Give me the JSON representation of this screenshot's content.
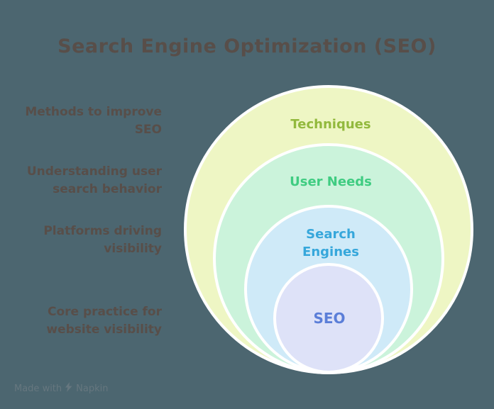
{
  "title": "Search Engine Optimization (SEO)",
  "colors": {
    "background": "#4c6670",
    "title_text": "#584e49",
    "side_label_text": "#584e49",
    "ring_stroke": "#ffffff",
    "watermark_text": "#66777f"
  },
  "side_labels": [
    {
      "line1": "Methods to improve",
      "line2": "SEO"
    },
    {
      "line1": "Understanding user",
      "line2": "search behavior"
    },
    {
      "line1": "Platforms driving",
      "line2": "visibility"
    },
    {
      "line1": "Core practice for",
      "line2": "website visibility"
    }
  ],
  "rings": [
    {
      "label": "Techniques",
      "fill": "#eef6c4",
      "label_color": "#92b93d"
    },
    {
      "label": "User Needs",
      "fill": "#cbf3db",
      "label_color": "#3fcc81"
    },
    {
      "label": "Search Engines",
      "line1": "Search",
      "line2": "Engines",
      "fill": "#cfeaf8",
      "label_color": "#36a7db"
    },
    {
      "label": "SEO",
      "fill": "#dee2f8",
      "label_color": "#5b7ed8"
    }
  ],
  "watermark": {
    "prefix": "Made with",
    "brand": "Napkin",
    "icon": "lightning-bolt-icon"
  }
}
